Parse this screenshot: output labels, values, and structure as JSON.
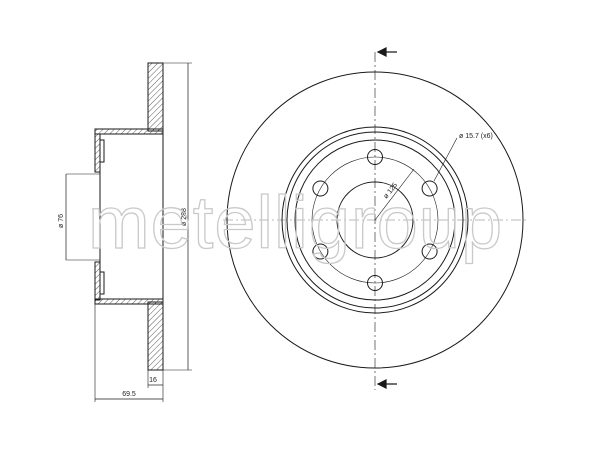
{
  "watermark": {
    "text": "metelligroup"
  },
  "side_view": {
    "dim_hub_diameter": "ø 76",
    "dim_disc_diameter": "ø 288",
    "dim_thickness": "16",
    "dim_total_height": "69.5"
  },
  "front_view": {
    "dim_bolt_hole": "ø 15.7 (x6)",
    "dim_pcd": "ø 125",
    "bolt_hole_count": 6
  },
  "colors": {
    "line": "#1a1a1a",
    "hatch": "#333333",
    "watermark": "#c9c9c9"
  }
}
